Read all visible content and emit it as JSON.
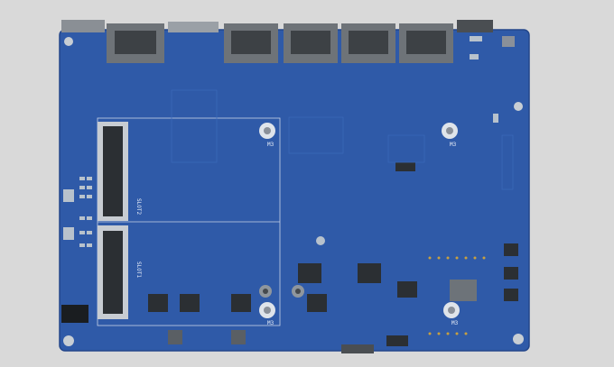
{
  "scene": {
    "background": "#d9d9d9",
    "board_color": "#2f5aa8",
    "board_edge": "#23468a",
    "trace_color": "#3a68b8",
    "port_color": "#6e7378",
    "pad_color": "#b8c2cc",
    "chip_color": "#2b2f33",
    "silkscreen": "#e8eef8"
  },
  "labels": {
    "slot_top": "SLOT2",
    "slot_bottom": "SLOT1",
    "standoff_mark": "M3"
  }
}
